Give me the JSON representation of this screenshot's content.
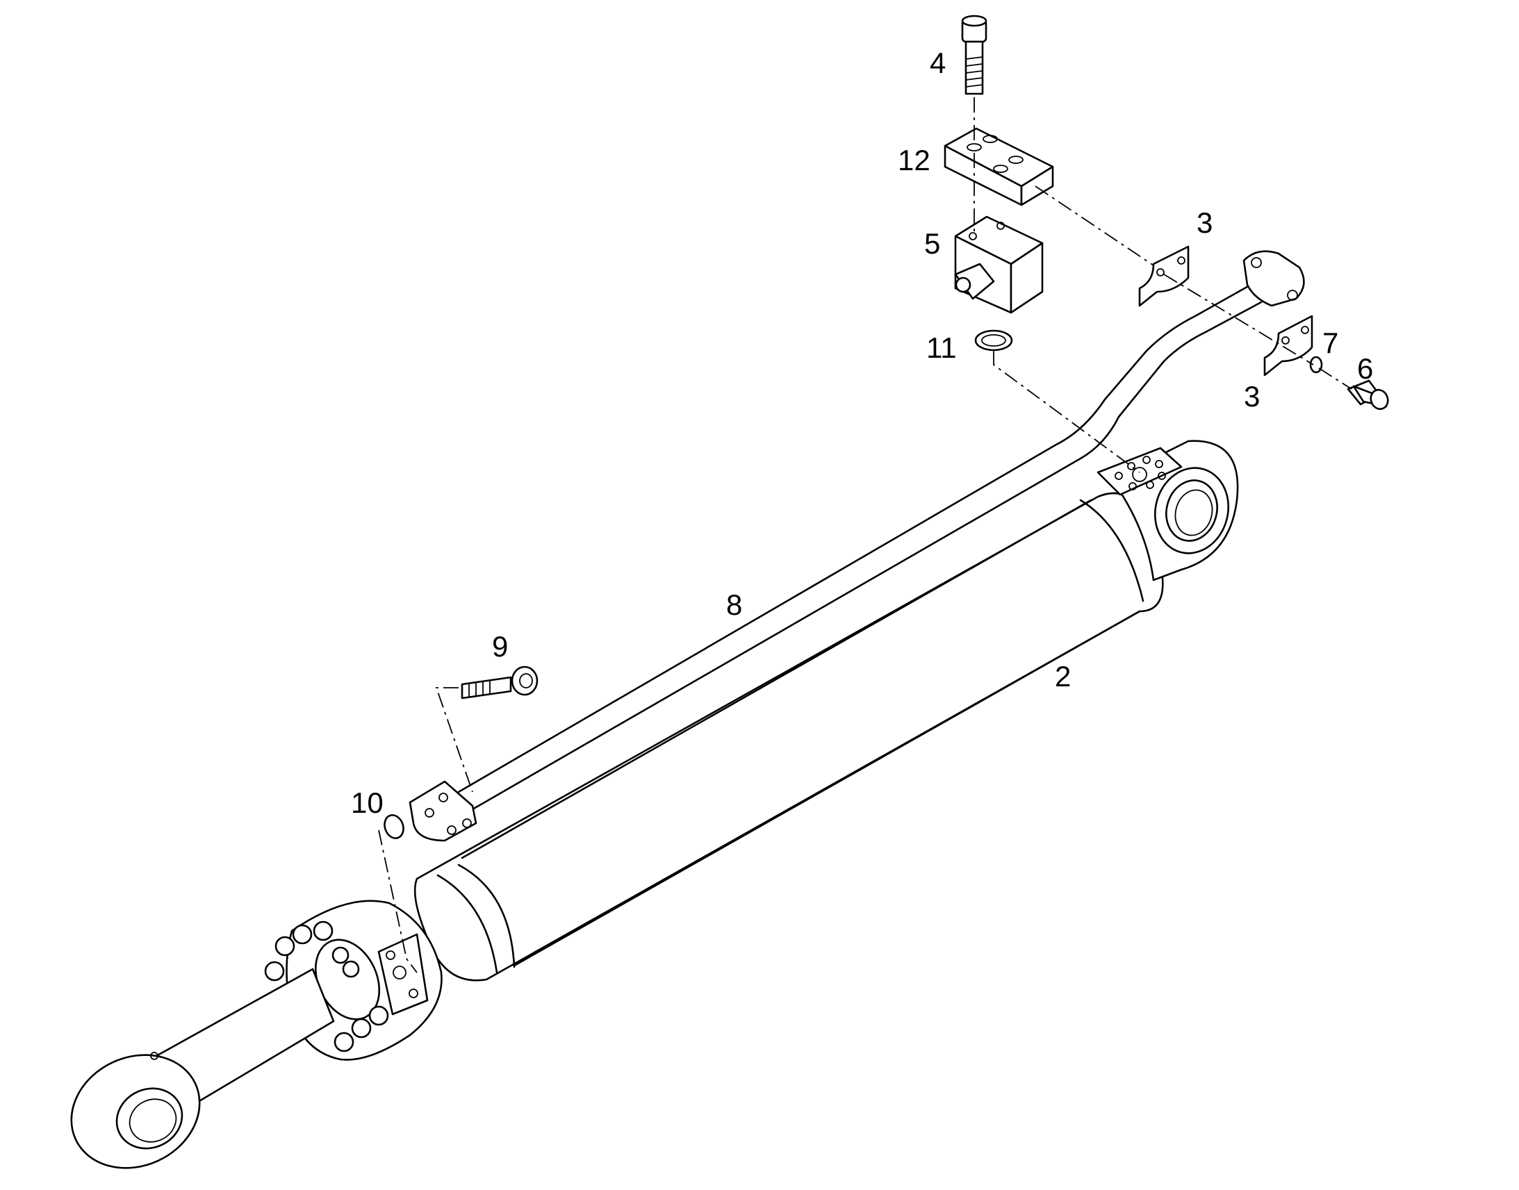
{
  "diagram": {
    "colors": {
      "line": "#000000",
      "background": "#ffffff"
    },
    "callouts": [
      {
        "id": "c4",
        "label": "4"
      },
      {
        "id": "c12",
        "label": "12"
      },
      {
        "id": "c5",
        "label": "5"
      },
      {
        "id": "c3a",
        "label": "3"
      },
      {
        "id": "c11",
        "label": "11"
      },
      {
        "id": "c7",
        "label": "7"
      },
      {
        "id": "c6",
        "label": "6"
      },
      {
        "id": "c3b",
        "label": "3"
      },
      {
        "id": "c8",
        "label": "8"
      },
      {
        "id": "c9",
        "label": "9"
      },
      {
        "id": "c2",
        "label": "2"
      },
      {
        "id": "c10",
        "label": "10"
      }
    ]
  }
}
